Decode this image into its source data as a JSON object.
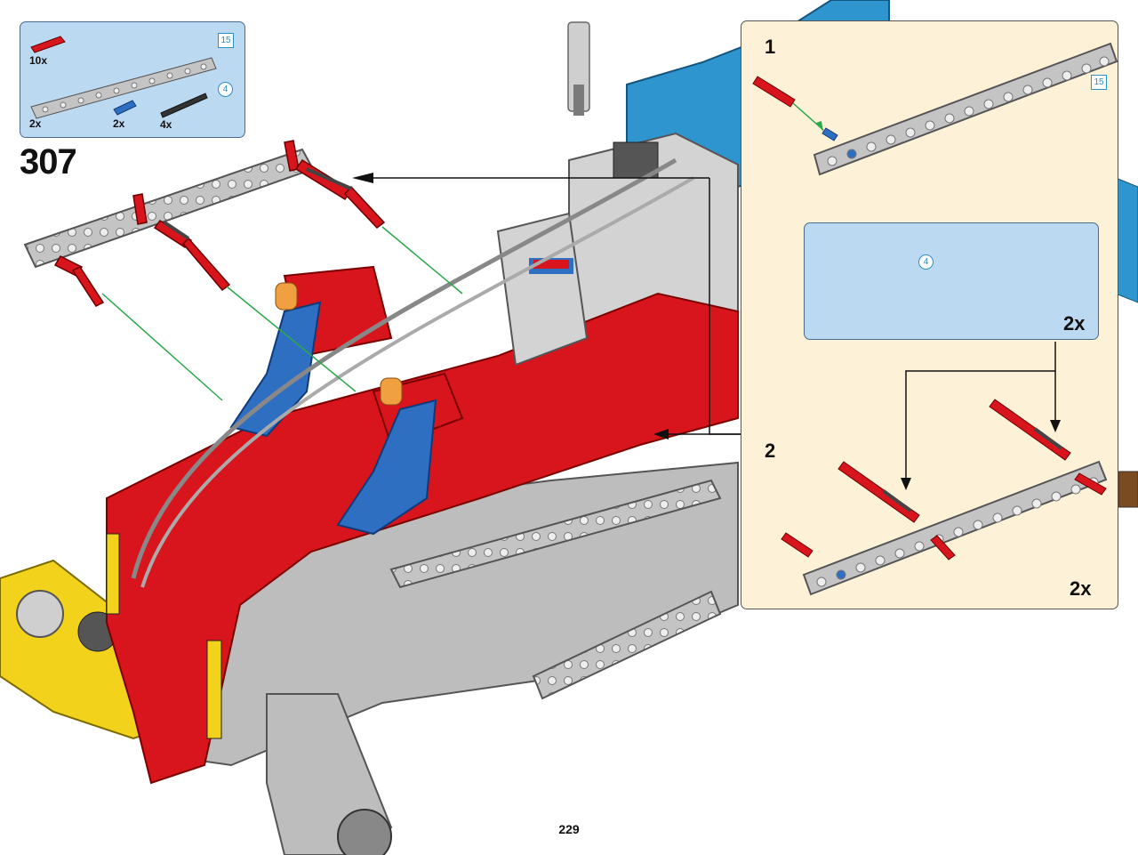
{
  "parts_list": {
    "items": [
      {
        "qty": "10x",
        "part": "red pin with friction"
      },
      {
        "qty": "2x",
        "part": "grey beam",
        "length": "15"
      },
      {
        "qty": "2x",
        "part": "blue pin"
      },
      {
        "qty": "4x",
        "part": "black axle",
        "length": "4"
      }
    ]
  },
  "step": {
    "number": "307"
  },
  "callout": {
    "sub_steps": [
      {
        "number": "1",
        "beam_length": "15"
      },
      {
        "number": "2"
      }
    ],
    "subassembly": {
      "axle_length": "4",
      "multiplier": "2x"
    },
    "multiplier": "2x"
  },
  "colors": {
    "parts_bg": "#bcd9f2",
    "callout_bg": "#fdf1d8",
    "beam": "#bdbdbd",
    "red": "#d8141c",
    "blue": "#2f6fc2",
    "yellow": "#f2d21a"
  },
  "page": {
    "number": "229"
  }
}
